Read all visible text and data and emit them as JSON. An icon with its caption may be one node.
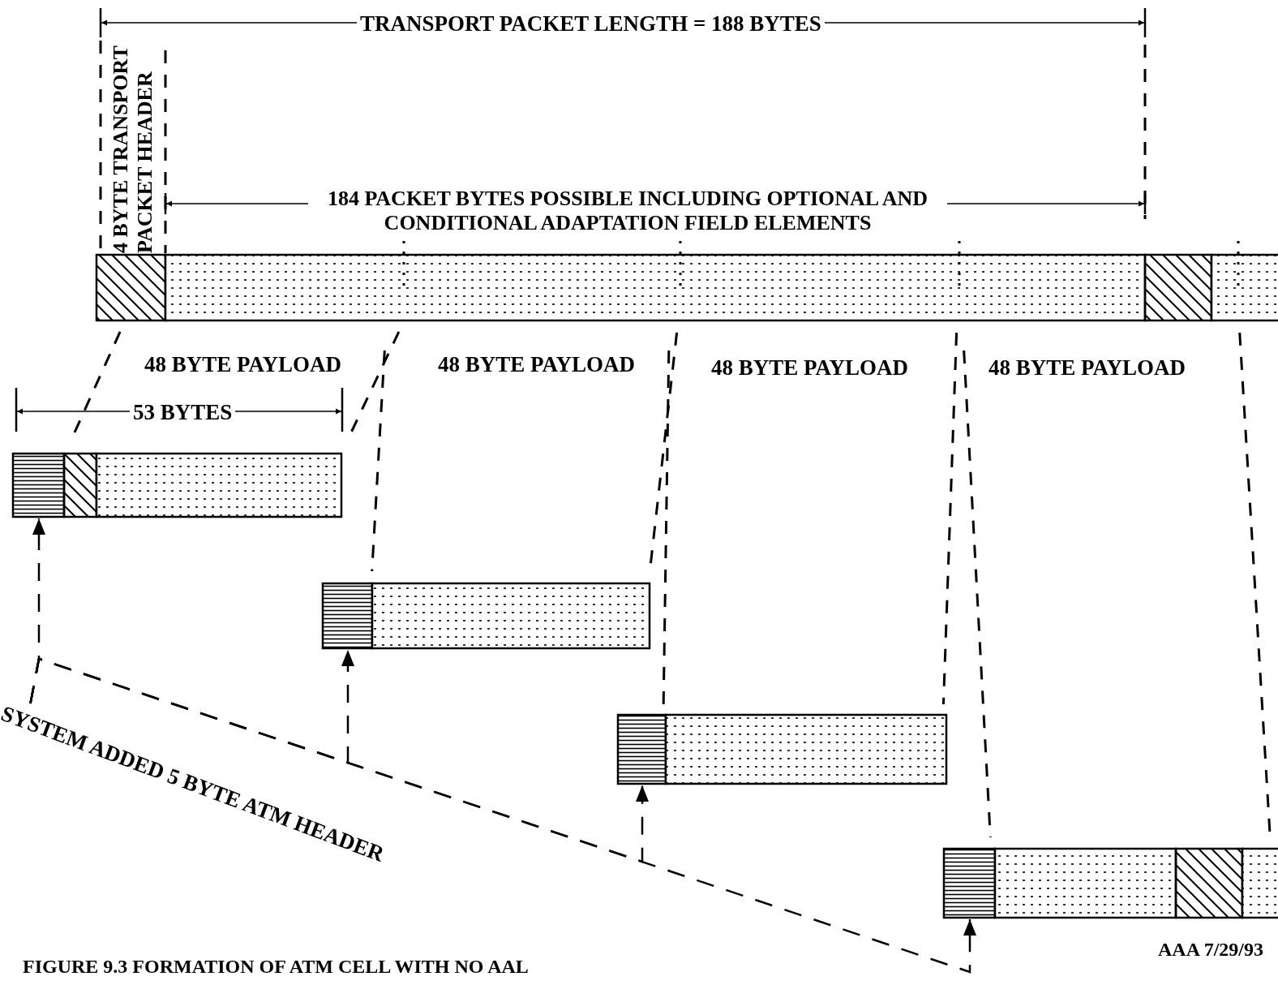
{
  "diagram": {
    "caption": "FIGURE 9.3 FORMATION OF ATM CELL WITH NO AAL",
    "nodes": [
      {
        "text": [
          "SYSTEM ADDED 5 BYTE ATM HEADER"
        ]
      },
      {
        "text": [],
        "shape": "box"
      },
      {
        "text": [],
        "shape": "box"
      },
      {
        "text": [],
        "shape": "box"
      },
      {
        "text": [],
        "shape": "box"
      }
    ],
    "edges": [
      {
        "from": 0,
        "to": 1,
        "arrow": "to",
        "style": "dashed"
      },
      {
        "from": 0,
        "to": 2,
        "arrow": "to",
        "style": "dashed"
      },
      {
        "from": 0,
        "to": 3,
        "arrow": "to",
        "style": "dashed"
      },
      {
        "from": 0,
        "to": 4,
        "arrow": "to",
        "style": "dashed"
      }
    ],
    "labels": [
      "TRANSPORT PACKET LENGTH = 188 BYTES",
      "4 BYTE TRANSPORT PACKET HEADER",
      "184 PACKET BYTES POSSIBLE INCLUDING OPTIONAL AND CONDITIONAL ADAPTATION FIELD ELEMENTS",
      "48 BYTE PAYLOAD",
      "48 BYTE PAYLOAD",
      "48 BYTE PAYLOAD",
      "48 BYTE PAYLOAD",
      "53 BYTES",
      "AAA 7/29/93"
    ]
  }
}
